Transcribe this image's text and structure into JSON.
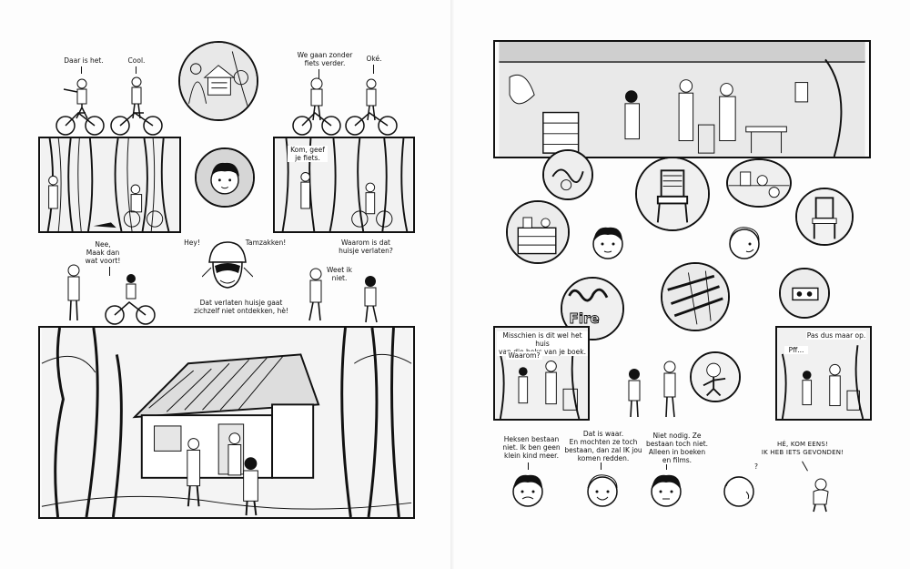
{
  "left_page": {
    "row1": {
      "b1": "Daar is het.",
      "b2": "Cool.",
      "b3": "We gaan zonder\nfiets verder.",
      "b4": "Oké.",
      "b5": "Kom, geef\nje fiets."
    },
    "row2": {
      "b1": "Nee,\nMaak dan\nwat voort!",
      "b2": "Hey!",
      "b3": "Tamzakken!",
      "b4": "Dat verlaten huisje gaat\nzichzelf niet ontdekken, hè!",
      "b5": "Waarom is dat\nhuisje verlaten?",
      "b6": "Weet ik\nniet."
    }
  },
  "right_page": {
    "graffiti": "Fire",
    "b1": "Misschien is dit wel het huis\nvan die heks van je boek.",
    "b2": "Waarom?",
    "b3": "Pas dus maar op.",
    "b4": "Pff...",
    "b5": "Heksen bestaan\nniet. Ik ben geen\nklein kind meer.",
    "b6": "Dat is waar.\nEn mochten ze toch\nbestaan, dan zal IK jou\nkomen redden.",
    "b7": "Niet nodig. Ze\nbestaan toch niet.\nAlleen in boeken\nen films.",
    "b8": "HÉ, KOM EENS!\nIK HEB IETS GEVONDEN!",
    "q": "?"
  },
  "colors": {
    "ink": "#111111",
    "paper": "#fafafa",
    "tone": "#d8d8d8"
  }
}
